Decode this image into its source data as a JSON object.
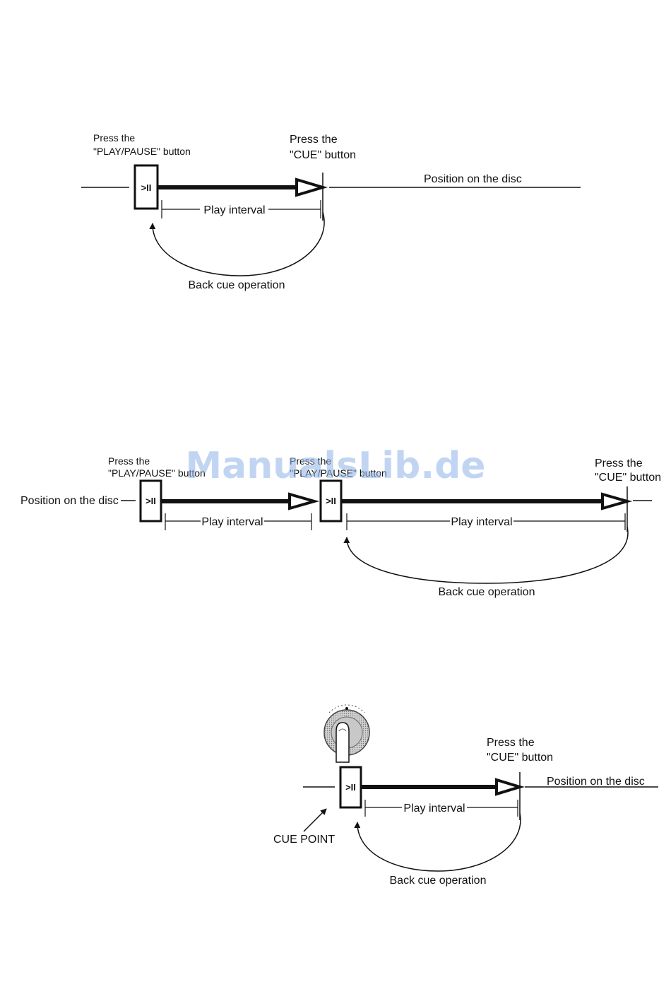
{
  "colors": {
    "ink": "#111111",
    "watermark": "#8fb4e8",
    "jog_fill": "#b8b8b8"
  },
  "watermark": "ManualsLib.de",
  "play_pause_glyph": ">II",
  "common": {
    "press_the": "Press the",
    "play_pause_button": "\"PLAY/PAUSE\" button",
    "cue_button": "\"CUE\" button",
    "position_on_disc": "Position on the disc",
    "play_interval": "Play interval",
    "back_cue_operation": "Back cue operation"
  },
  "diagram3": {
    "cue_point": "CUE POINT",
    "jog_icon": "finger-pressing-jog-dial-icon"
  }
}
